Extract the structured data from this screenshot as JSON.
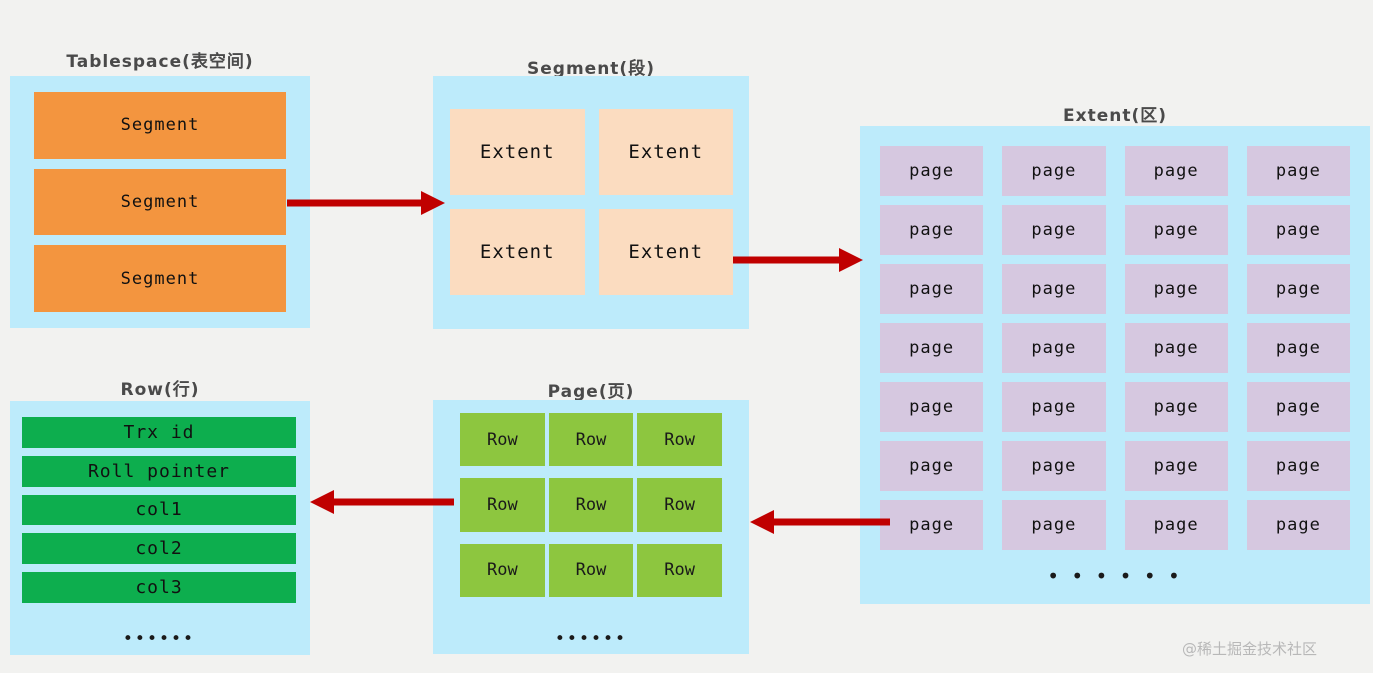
{
  "diagram": {
    "title_tablespace": "Tablespace(表空间)",
    "title_segment": "Segment(段)",
    "title_extent": "Extent(区)",
    "title_row": "Row(行)",
    "title_page": "Page(页)",
    "colors": {
      "background": "#f2f2f0",
      "panel": "#bdebfb",
      "segment_box": "#f3953f",
      "extent_box": "#fbdcc0",
      "page_box": "#d6c8e0",
      "row_box": "#8dc63f",
      "row_field": "#0dae4e",
      "arrow": "#c00000",
      "title_text": "#4a4a4a",
      "watermark": "#b8b8b8"
    }
  },
  "tablespace": {
    "segments": [
      "Segment",
      "Segment",
      "Segment"
    ]
  },
  "segment": {
    "extents": [
      "Extent",
      "Extent",
      "Extent",
      "Extent"
    ]
  },
  "extent": {
    "pages": [
      "page",
      "page",
      "page",
      "page",
      "page",
      "page",
      "page",
      "page",
      "page",
      "page",
      "page",
      "page",
      "page",
      "page",
      "page",
      "page",
      "page",
      "page",
      "page",
      "page",
      "page",
      "page",
      "page",
      "page",
      "page",
      "page",
      "page",
      "page"
    ],
    "ellipsis": "• • • • • •"
  },
  "page": {
    "rows": [
      "Row",
      "Row",
      "Row",
      "Row",
      "Row",
      "Row",
      "Row",
      "Row",
      "Row"
    ],
    "ellipsis": "••••••"
  },
  "row": {
    "fields": [
      "Trx id",
      "Roll pointer",
      "col1",
      "col2",
      "col3"
    ],
    "ellipsis": "••••••"
  },
  "arrows": {
    "tablespace_to_segment": "arrow-right",
    "segment_to_extent": "arrow-right",
    "extent_to_page": "arrow-left",
    "page_to_row": "arrow-left"
  },
  "watermark": {
    "text": "@稀土掘金技术社区"
  }
}
